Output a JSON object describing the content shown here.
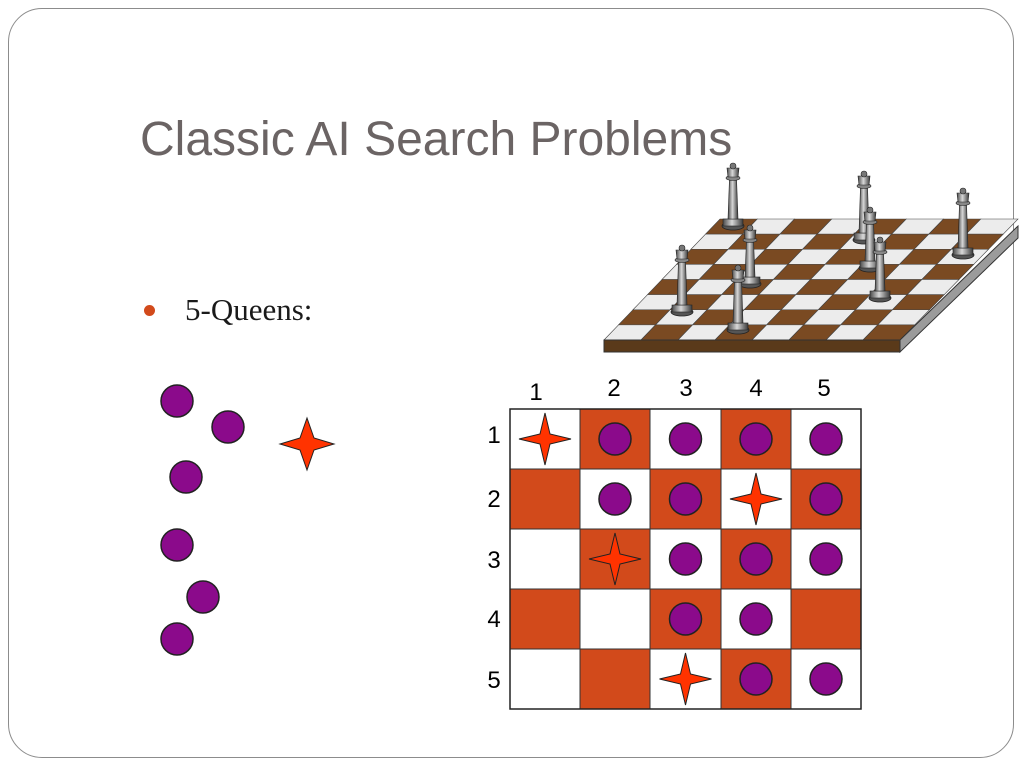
{
  "slide": {
    "title": "Classic AI Search Problems",
    "bullet": {
      "text": "5-Queens:",
      "color": "#d24a1b"
    }
  },
  "colors": {
    "queen_fill": "#8b0a8b",
    "star_fill": "#ff3300",
    "board_dark": "#d24a1b",
    "board_light": "#ffffff",
    "chess_dark": "#7a4a22",
    "chess_light": "#ececec"
  },
  "board": {
    "column_labels": [
      "1",
      "2",
      "3",
      "4",
      "5"
    ],
    "row_labels": [
      "1",
      "2",
      "3",
      "4",
      "5"
    ],
    "dark_squares": [
      [
        0,
        1
      ],
      [
        0,
        3
      ],
      [
        1,
        0
      ],
      [
        1,
        2
      ],
      [
        1,
        4
      ],
      [
        2,
        1
      ],
      [
        2,
        3
      ],
      [
        3,
        0
      ],
      [
        3,
        2
      ],
      [
        3,
        4
      ],
      [
        4,
        1
      ],
      [
        4,
        3
      ]
    ],
    "stars": [
      [
        0,
        0
      ],
      [
        1,
        3
      ],
      [
        2,
        1
      ],
      [
        4,
        2
      ]
    ],
    "queens": [
      [
        0,
        1
      ],
      [
        0,
        2
      ],
      [
        0,
        3
      ],
      [
        0,
        4
      ],
      [
        1,
        1
      ],
      [
        1,
        2
      ],
      [
        1,
        4
      ],
      [
        2,
        2
      ],
      [
        2,
        3
      ],
      [
        2,
        4
      ],
      [
        3,
        2
      ],
      [
        3,
        3
      ],
      [
        4,
        3
      ],
      [
        4,
        4
      ]
    ]
  },
  "loose_pieces": {
    "queens": 6,
    "stars": 1
  }
}
